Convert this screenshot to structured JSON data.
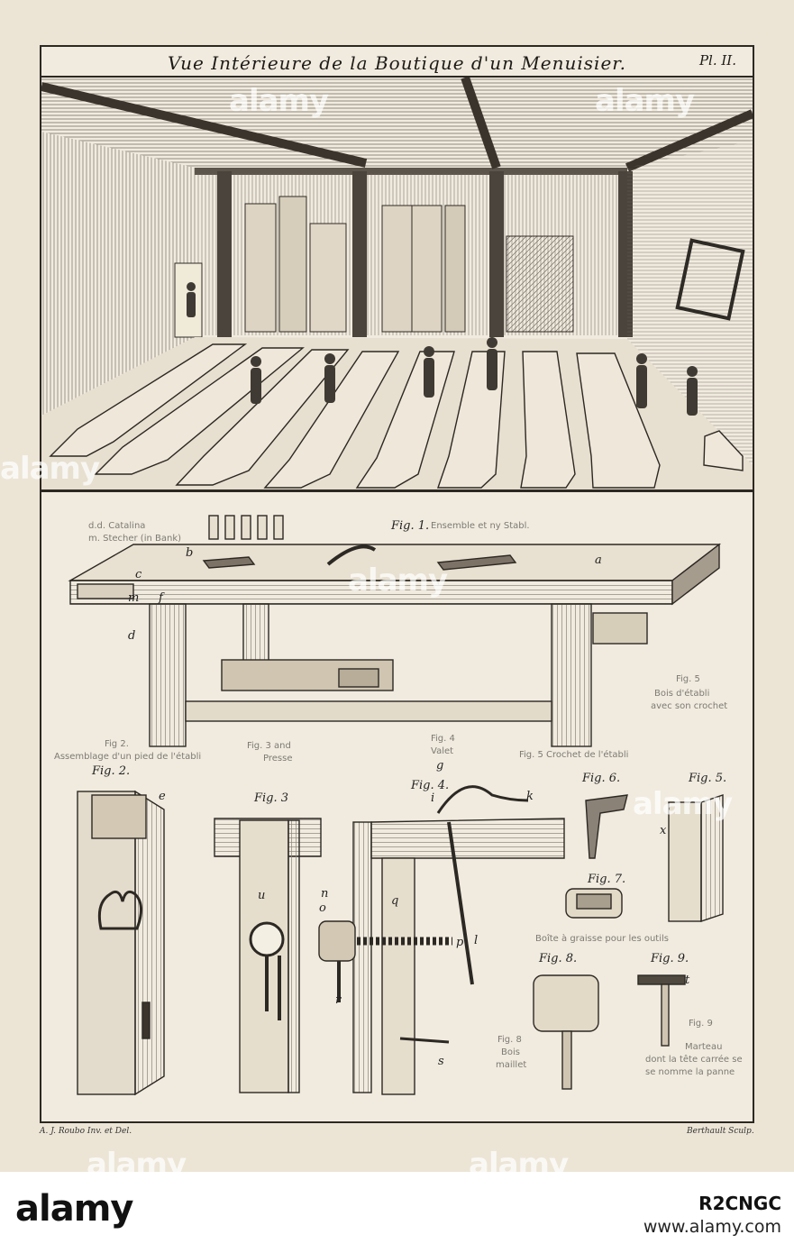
{
  "plate": {
    "title": "Vue Intérieure de la Boutique d'un Menuisier.",
    "plate_number": "Pl. II.",
    "credit_left": "A. J. Roubo Inv. et Del.",
    "credit_right": "Berthault Sculp."
  },
  "figures": {
    "fig1": "Fig. 1.",
    "fig2": "Fig. 2.",
    "fig3": "Fig. 3",
    "fig4": "Fig. 4.",
    "fig5": "Fig. 5.",
    "fig6": "Fig. 6.",
    "fig7": "Fig. 7.",
    "fig8": "Fig. 8.",
    "fig9": "Fig. 9."
  },
  "letters": {
    "a": "a",
    "b": "b",
    "c": "c",
    "d": "d",
    "e": "e",
    "f": "f",
    "g": "g",
    "i": "i",
    "k": "k",
    "l": "l",
    "m": "m",
    "n": "n",
    "o": "o",
    "p": "p",
    "q": "q",
    "r": "r",
    "s": "s",
    "t": "t",
    "u": "u",
    "x": "x"
  },
  "pencil_notes": {
    "n1a": "d.d. Catalina",
    "n1b": "m. Stecher (in Bank)",
    "n1c": "Ensemble et ny Stabl.",
    "n2a": "Fig 2.",
    "n2b": "Assemblage d'un pied de l'établi",
    "n3a": "Fig. 3 and",
    "n3b": "Presse",
    "n4a": "Fig. 4",
    "n4b": "Valet",
    "n5": "Fig. 5 Crochet de l'établi",
    "n6a": "Fig. 5",
    "n6b": "Bois d'établi",
    "n6c": "avec son crochet",
    "n7": "Boîte à graisse pour les outils",
    "n8a": "Fig. 8",
    "n8b": "Bois",
    "n8c": "maillet",
    "n9a": "Fig. 9",
    "n9b": "Marteau",
    "n9c": "dont la tête carrée se",
    "n9d": "se nomme la panne"
  },
  "footer": {
    "logo": "alamy",
    "stock_id": "R2CNGC",
    "stock_url": "www.alamy.com",
    "watermark": "alamy"
  }
}
